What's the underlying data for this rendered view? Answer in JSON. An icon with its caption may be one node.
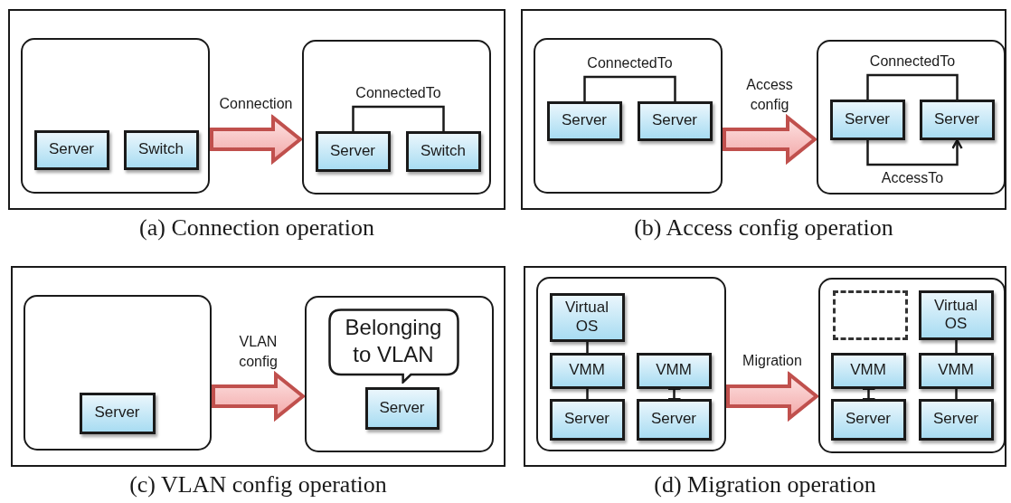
{
  "diagram": {
    "nodes": [
      {
        "text": [
          "(a) Connection operation"
        ]
      },
      {
        "text": [],
        "shape": "box",
        "in": 0
      },
      {
        "text": [
          "Server"
        ],
        "in": 1
      },
      {
        "text": [
          "Switch"
        ],
        "in": 1
      },
      {
        "text": [],
        "shape": "box",
        "in": 0
      },
      {
        "text": [
          "Server"
        ],
        "in": 4
      },
      {
        "text": [
          "Switch"
        ],
        "in": 4
      },
      {
        "text": [
          "(b) Access config operation"
        ]
      },
      {
        "text": [],
        "shape": "box",
        "in": 7
      },
      {
        "text": [
          "Server"
        ],
        "in": 8
      },
      {
        "text": [
          "Server"
        ],
        "in": 8
      },
      {
        "text": [],
        "shape": "box",
        "in": 7
      },
      {
        "text": [
          "Server"
        ],
        "in": 11
      },
      {
        "text": [
          "Server"
        ],
        "in": 11
      },
      {
        "text": [
          "(c) VLAN config operation"
        ]
      },
      {
        "text": [],
        "shape": "box",
        "in": 14
      },
      {
        "text": [
          "Server"
        ],
        "in": 15
      },
      {
        "text": [],
        "shape": "box",
        "in": 14
      },
      {
        "text": [
          "Belonging to VLAN"
        ],
        "in": 17
      },
      {
        "text": [
          "Server"
        ],
        "in": 17
      },
      {
        "text": [
          "(d) Migration operation"
        ]
      },
      {
        "text": [],
        "shape": "box",
        "in": 20
      },
      {
        "text": [
          "Virtual OS"
        ],
        "in": 21
      },
      {
        "text": [
          "VMM"
        ],
        "in": 21
      },
      {
        "text": [
          "Server"
        ],
        "in": 21
      },
      {
        "text": [
          "VMM"
        ],
        "in": 21
      },
      {
        "text": [
          "Server"
        ],
        "in": 21
      },
      {
        "text": [],
        "shape": "box",
        "in": 20
      },
      {
        "text": [],
        "shape": "box",
        "in": 27
      },
      {
        "text": [
          "VMM"
        ],
        "in": 27
      },
      {
        "text": [
          "Server"
        ],
        "in": 27
      },
      {
        "text": [
          "Virtual OS"
        ],
        "in": 27
      },
      {
        "text": [
          "VMM"
        ],
        "in": 27
      },
      {
        "text": [
          "Server"
        ],
        "in": 27
      }
    ],
    "edges": [
      {
        "from": 1,
        "to": 4,
        "arrow": "to",
        "label": "Connection",
        "style": "thick",
        "color": "#c0504d"
      },
      {
        "from": 5,
        "to": 6,
        "arrow": "none",
        "label": "ConnectedTo"
      },
      {
        "from": 8,
        "to": 11,
        "arrow": "to",
        "label": "Access config",
        "style": "thick",
        "color": "#c0504d"
      },
      {
        "from": 9,
        "to": 10,
        "arrow": "none",
        "label": "ConnectedTo"
      },
      {
        "from": 12,
        "to": 13,
        "arrow": "none",
        "label": "ConnectedTo"
      },
      {
        "from": 12,
        "to": 13,
        "arrow": "to",
        "label": "AccessTo"
      },
      {
        "from": 15,
        "to": 17,
        "arrow": "to",
        "label": "VLAN config",
        "style": "thick",
        "color": "#c0504d"
      },
      {
        "from": 21,
        "to": 27,
        "arrow": "to",
        "label": "Migration",
        "style": "thick",
        "color": "#c0504d"
      },
      {
        "from": 22,
        "to": 23,
        "arrow": "none"
      },
      {
        "from": 23,
        "to": 24,
        "arrow": "none"
      },
      {
        "from": 25,
        "to": 26,
        "arrow": "other"
      },
      {
        "from": 29,
        "to": 30,
        "arrow": "other"
      },
      {
        "from": 31,
        "to": 32,
        "arrow": "none"
      },
      {
        "from": 32,
        "to": 33,
        "arrow": "none"
      }
    ]
  }
}
